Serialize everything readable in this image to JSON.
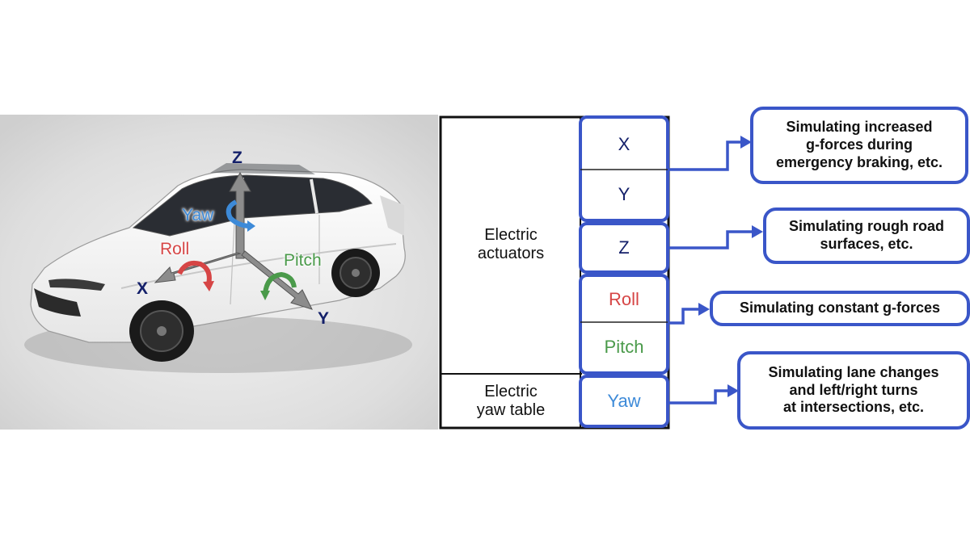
{
  "colors": {
    "frame_blue": "#3a56c8",
    "axis_navy": "#14206a",
    "roll_red": "#d64545",
    "pitch_green": "#4a9a4a",
    "yaw_blue": "#3d8ad8",
    "arrow_gray": "#8c8c8c",
    "car_body": "#f4f4f4",
    "backdrop": "#d8d8d8"
  },
  "illustration": {
    "axes": {
      "z": "Z",
      "x": "X",
      "y": "Y"
    },
    "rotations": {
      "yaw": "Yaw",
      "roll": "Roll",
      "pitch": "Pitch"
    }
  },
  "table": {
    "groups": [
      {
        "label": "Electric\nactuators"
      },
      {
        "label": "Electric\nyaw table"
      }
    ],
    "cells": [
      {
        "key": "x",
        "label": "X",
        "color": "#14206a"
      },
      {
        "key": "y",
        "label": "Y",
        "color": "#14206a"
      },
      {
        "key": "z",
        "label": "Z",
        "color": "#14206a"
      },
      {
        "key": "roll",
        "label": "Roll",
        "color": "#d64545"
      },
      {
        "key": "pitch",
        "label": "Pitch",
        "color": "#4a9a4a"
      },
      {
        "key": "yaw",
        "label": "Yaw",
        "color": "#3d8ad8"
      }
    ]
  },
  "descriptions": [
    {
      "key": "xy",
      "text": "Simulating increased\ng-forces during\nemergency braking, etc."
    },
    {
      "key": "z",
      "text": "Simulating rough road\nsurfaces, etc."
    },
    {
      "key": "roll_pitch",
      "text": "Simulating constant g-forces"
    },
    {
      "key": "yaw",
      "text": "Simulating lane changes\nand left/right turns\nat intersections, etc."
    }
  ]
}
